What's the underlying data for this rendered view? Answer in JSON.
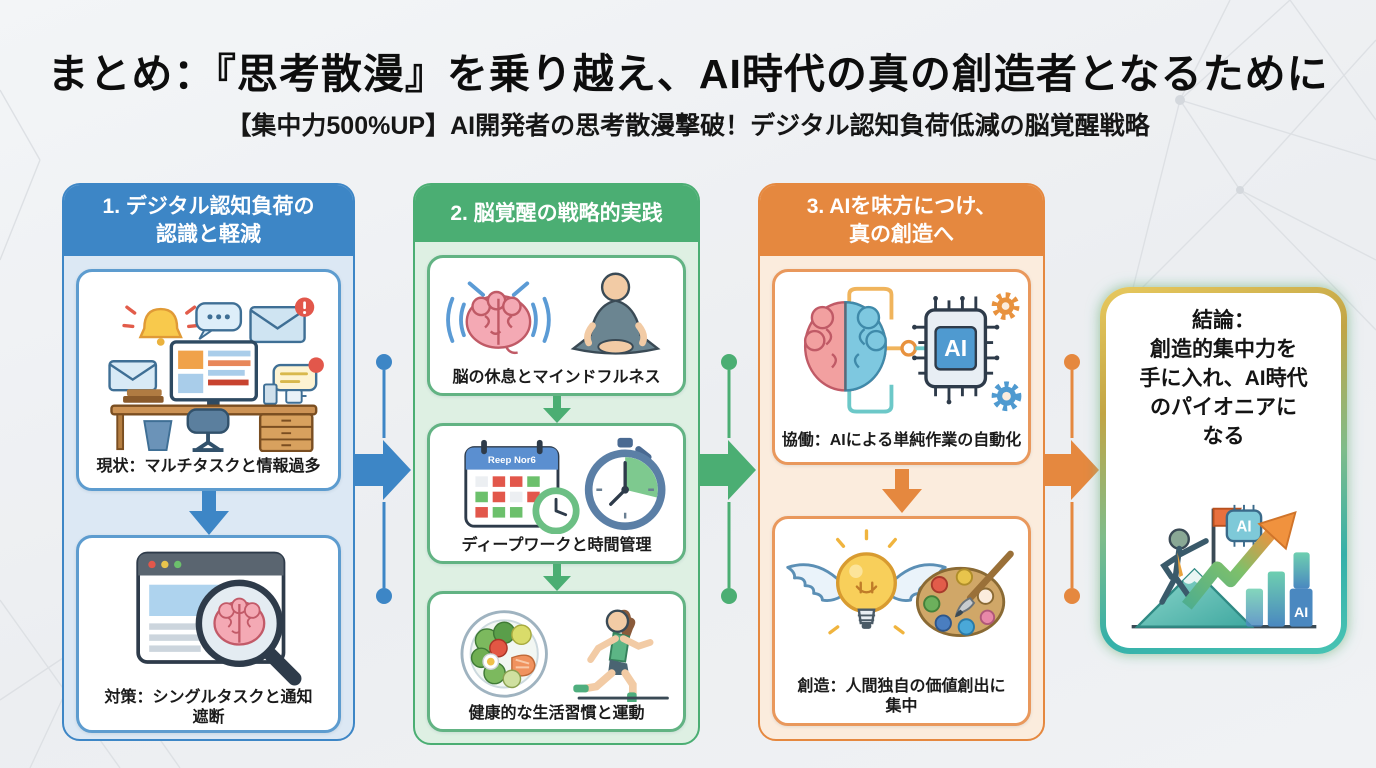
{
  "page": {
    "title": "まとめ：『思考散漫』を乗り越え、AI時代の真の創造者となるために",
    "subtitle": "【集中力500%UP】AI開発者の思考散漫撃破！デジタル認知負荷低減の脳覚醒戦略",
    "background_color": "#eef0f3"
  },
  "columns": [
    {
      "header": "1. デジタル認知負荷の\n認識と軽減",
      "accent_color": "#3d86c6",
      "panel_color": "#dce8f4",
      "steps": [
        {
          "icon": "cluttered-desk-icon",
          "caption": "現状：マルチタスクと情報過多"
        },
        {
          "icon": "single-task-browser-icon",
          "caption": "対策：シングルタスクと通知\n遮断"
        }
      ]
    },
    {
      "header": "2. 脳覚醒の戦略的実践",
      "accent_color": "#4bae73",
      "panel_color": "#def0e3",
      "steps": [
        {
          "icon": "brain-mindfulness-icon",
          "caption": "脳の休息とマインドフルネス"
        },
        {
          "icon": "deep-work-calendar-icon",
          "caption": "ディープワークと時間管理",
          "calendar_label": "Reep Nor6"
        },
        {
          "icon": "healthy-lifestyle-icon",
          "caption": "健康的な生活習慣と運動"
        }
      ]
    },
    {
      "header": "3. AIを味方につけ、\n真の創造へ",
      "accent_color": "#e5883f",
      "panel_color": "#fbecdd",
      "steps": [
        {
          "icon": "brain-ai-chip-icon",
          "caption": "協働：AIによる単純作業の自動化",
          "chip_label": "AI"
        },
        {
          "icon": "creative-bulb-palette-icon",
          "caption": "創造：人間独自の価値創出に\n集中"
        }
      ]
    }
  ],
  "connectors": [
    {
      "color": "#3d86c6"
    },
    {
      "color": "#4bae73"
    },
    {
      "color": "#e5883f"
    }
  ],
  "conclusion": {
    "text": "結論：\n創造的集中力を\n手に入れ、AI時代\nのパイオニアに\nなる",
    "icon": "summit-growth-icon",
    "chip_label": "AI",
    "bar_label": "AI",
    "border_gradient": [
      "#e8c95e",
      "#c2a545",
      "#35b0a9",
      "#49c4b4"
    ]
  }
}
